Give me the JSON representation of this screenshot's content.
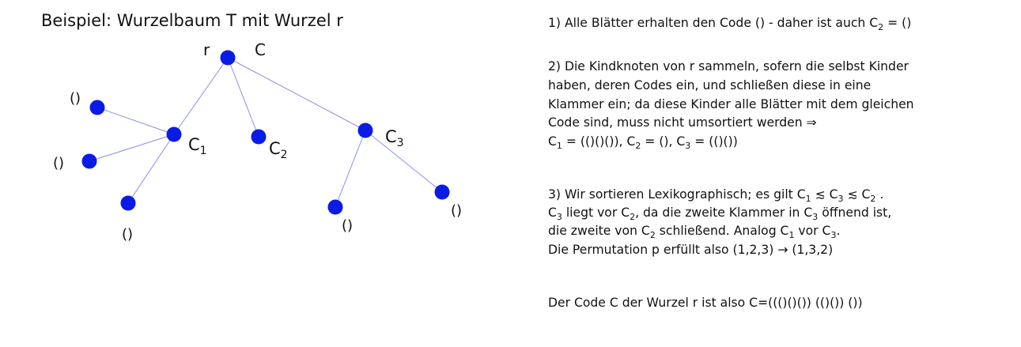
{
  "title": "Beispiel: Wurzelbaum T mit Wurzel r",
  "colors": {
    "node": "#0b1be6",
    "edge": "#8a8fe8"
  },
  "tree": {
    "root_label": "r",
    "root_code_label": "C",
    "node_labels": {
      "c1": "C",
      "c1_sub": "1",
      "c2": "C",
      "c2_sub": "2",
      "c3": "C",
      "c3_sub": "3"
    },
    "leaf_label": "()"
  },
  "text_lines": [
    [
      {
        "t": "1) Alle Blätter erhalten den Code () - daher ist auch C"
      },
      {
        "s": "2"
      },
      {
        "t": " = ()"
      }
    ],
    [
      {
        "t": "2) Die Kindknoten von r sammeln, sofern die selbst Kinder"
      }
    ],
    [
      {
        "t": "haben, deren Codes ein, und schließen diese in eine"
      }
    ],
    [
      {
        "t": "Klammer ein; da diese Kinder alle Blätter mit dem gleichen"
      }
    ],
    [
      {
        "t": "Code sind, muss nicht umsortiert werden ⇒"
      }
    ],
    [
      {
        "t": "C"
      },
      {
        "s": "1"
      },
      {
        "t": " = (()()()),  C"
      },
      {
        "s": "2"
      },
      {
        "t": " = (), C"
      },
      {
        "s": "3"
      },
      {
        "t": " = (()())"
      }
    ],
    [
      {
        "t": "3) Wir sortieren Lexikographisch; es gilt C"
      },
      {
        "s": "1"
      },
      {
        "t": " ≲ C"
      },
      {
        "s": "3"
      },
      {
        "t": "  ≲ C"
      },
      {
        "s": "2"
      },
      {
        "t": " ."
      }
    ],
    [
      {
        "t": " C"
      },
      {
        "s": "3"
      },
      {
        "t": " liegt vor C"
      },
      {
        "s": "2"
      },
      {
        "t": ", da die zweite Klammer in C"
      },
      {
        "s": "3"
      },
      {
        "t": " öffnend ist,"
      }
    ],
    [
      {
        "t": "die zweite von C"
      },
      {
        "s": "2"
      },
      {
        "t": " schließend. Analog C"
      },
      {
        "s": "1"
      },
      {
        "t": " vor C"
      },
      {
        "s": "3"
      },
      {
        "t": "."
      }
    ],
    [
      {
        "t": "Die Permutation p erfüllt also (1,2,3) → (1,3,2)"
      }
    ],
    [
      {
        "t": "Der Code C der Wurzel r ist also C=((()()()) (()()) ())"
      }
    ]
  ]
}
